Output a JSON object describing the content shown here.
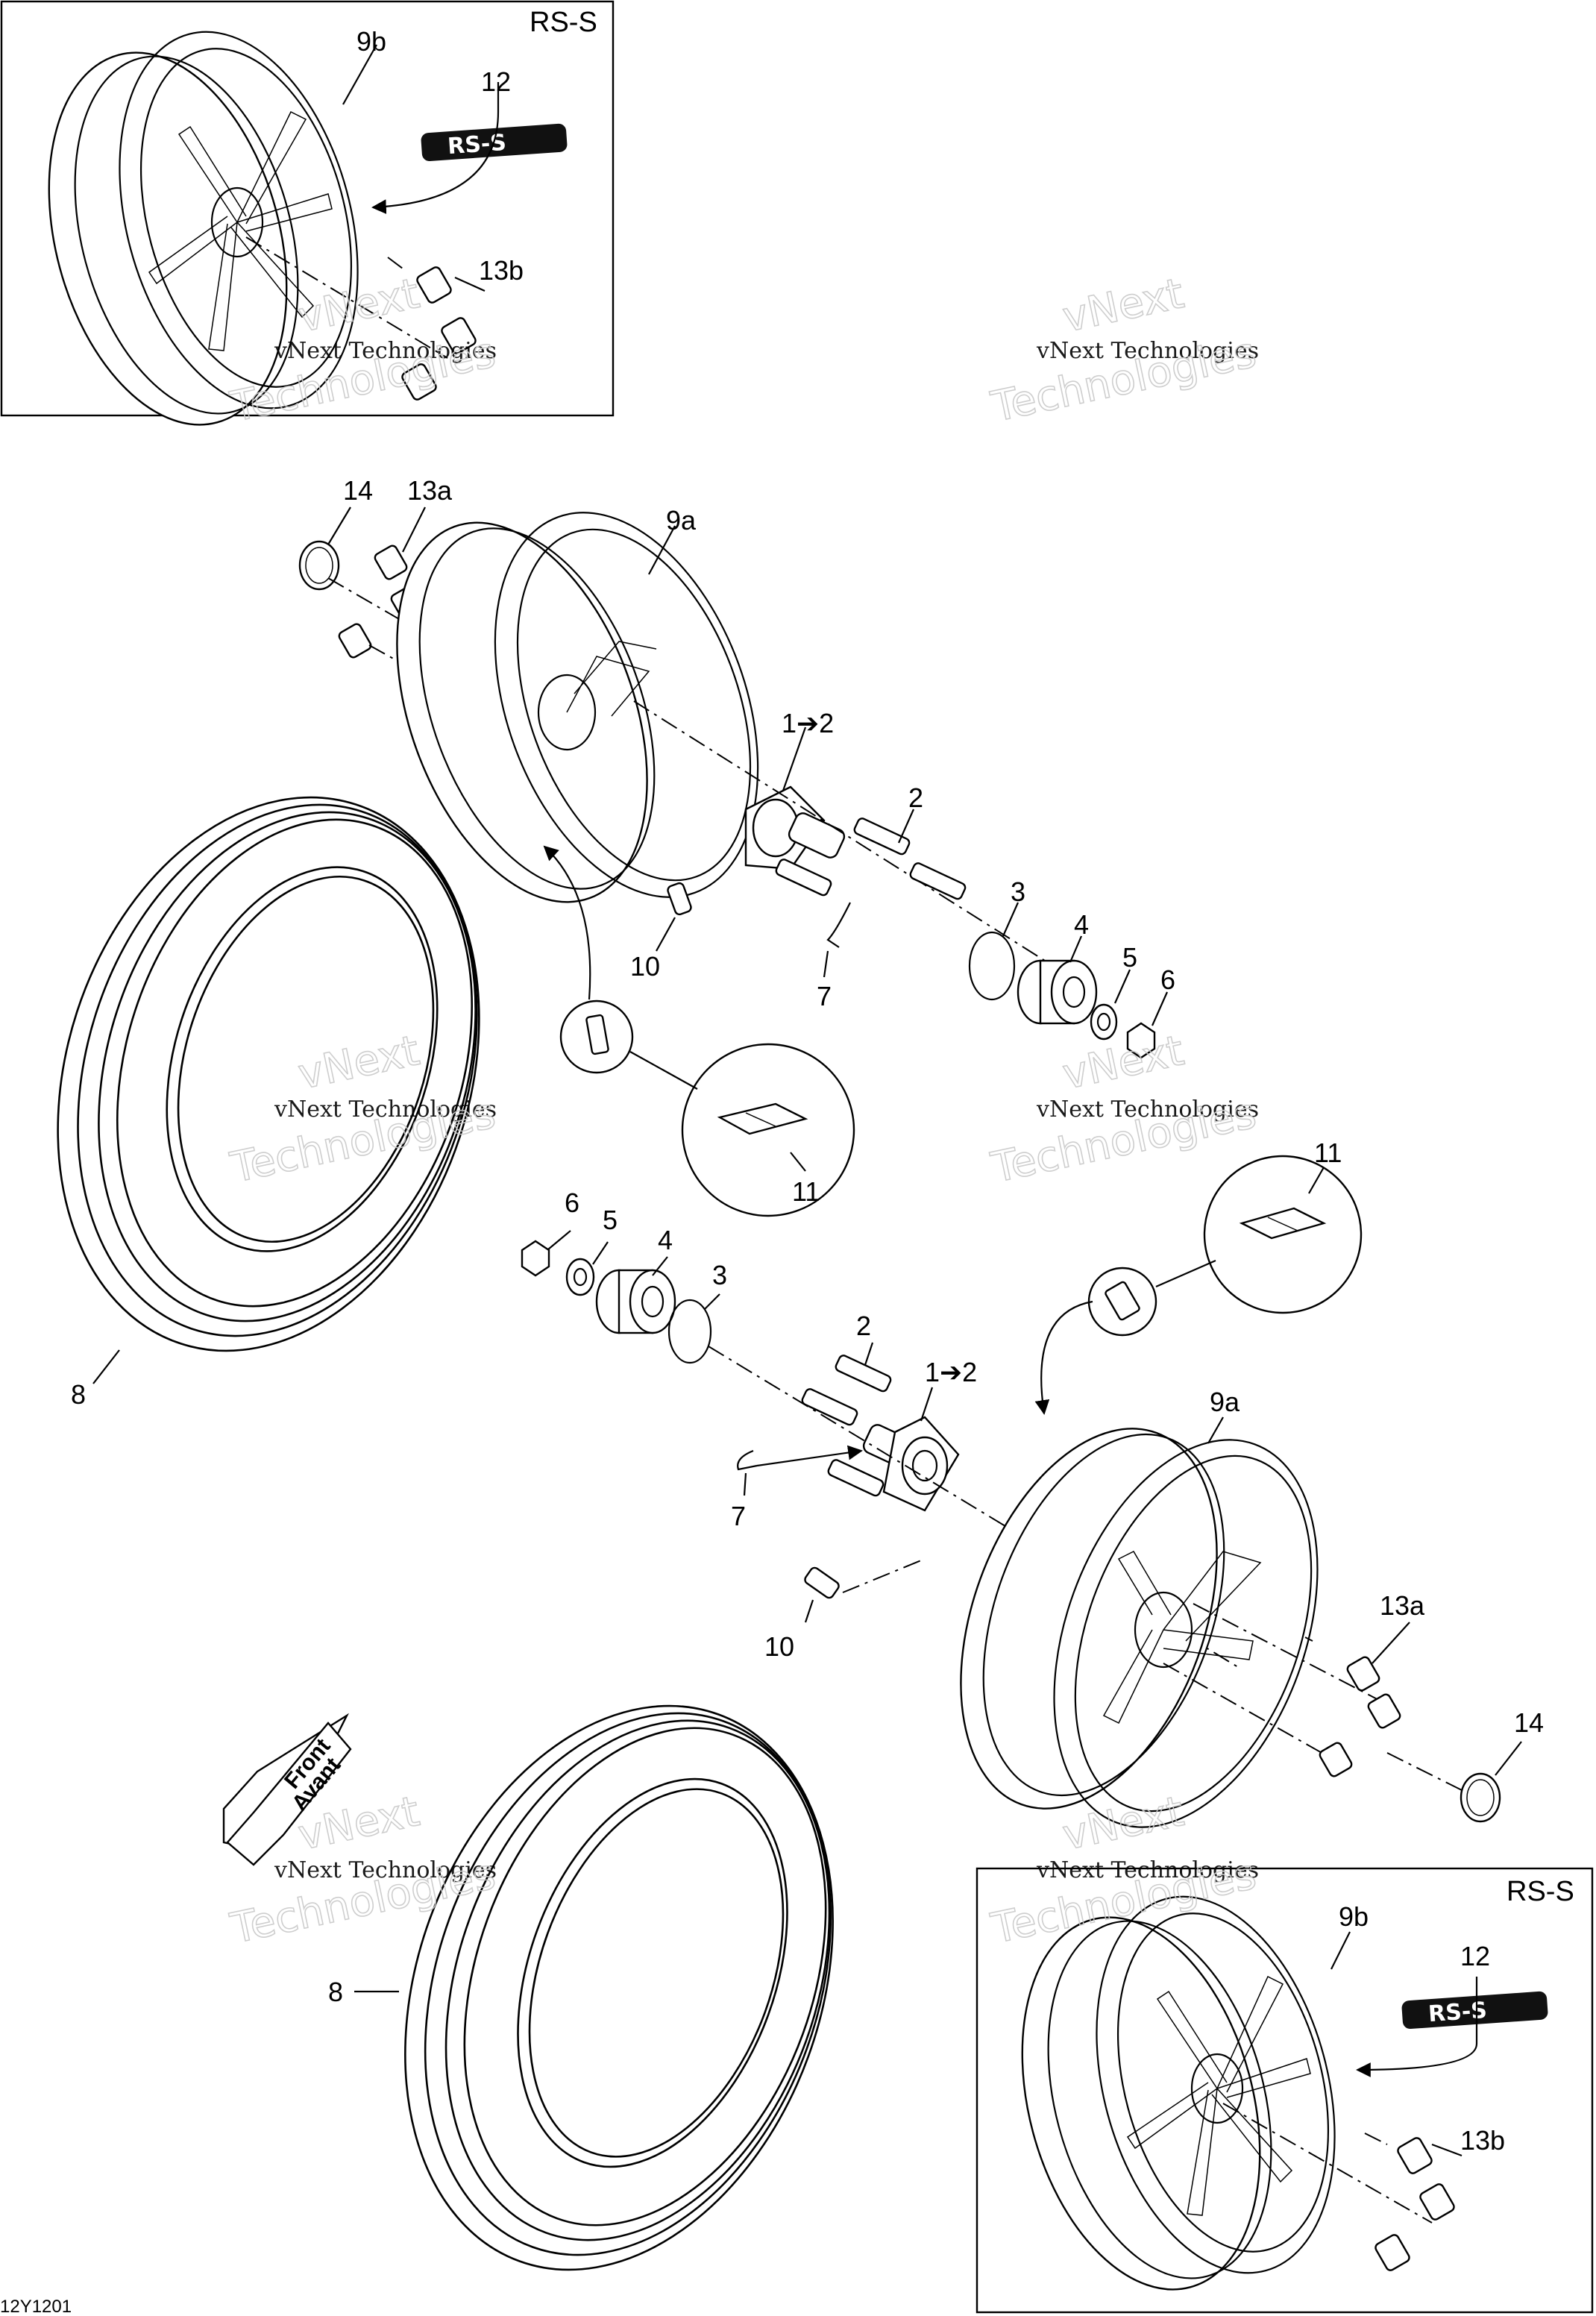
{
  "diagram": {
    "variant_tag": "RS-S",
    "emblem_text": "RS-S",
    "front_arrow": {
      "line1": "Front",
      "line2": "Avant"
    },
    "footer_code": "12Y1201",
    "watermark": {
      "line1": "vNext",
      "line2": "vNext Technologies",
      "line3": "Technologies"
    },
    "callouts": {
      "c9b_top": "9b",
      "c12_top": "12",
      "c13b_top": "13b",
      "c14_up": "14",
      "c13a_up": "13a",
      "c9a_up": "9a",
      "c1to2_up": "1➔2",
      "c2_up": "2",
      "c3_up": "3",
      "c4_up": "4",
      "c5_up": "5",
      "c6_up": "6",
      "c7_up": "7",
      "c10_up": "10",
      "c11_up": "11",
      "c11_mid": "11",
      "c8_left": "8",
      "c6_lo": "6",
      "c5_lo": "5",
      "c4_lo": "4",
      "c3_lo": "3",
      "c2_lo": "2",
      "c1to2_lo": "1➔2",
      "c7_lo": "7",
      "c9a_lo": "9a",
      "c10_lo": "10",
      "c13a_lo": "13a",
      "c14_lo": "14",
      "c8_bottom": "8",
      "c9b_bot": "9b",
      "c12_bot": "12",
      "c13b_bot": "13b"
    }
  }
}
